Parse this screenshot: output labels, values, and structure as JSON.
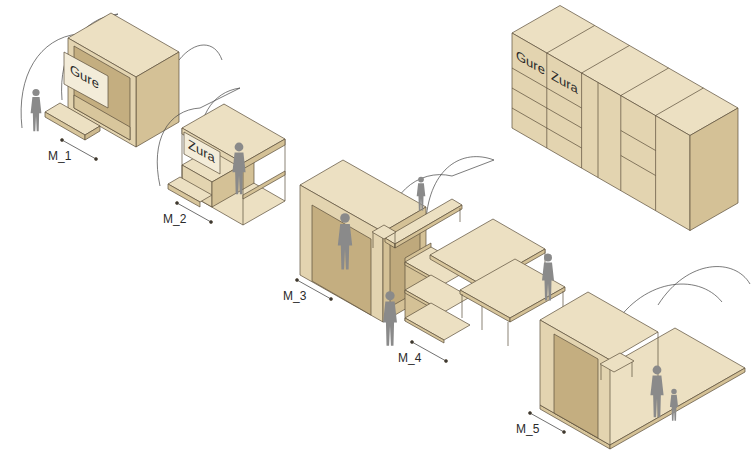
{
  "diagram": {
    "labels": [
      "Gure",
      "M_1",
      "Zura",
      "M_2",
      "M_3",
      "M_4",
      "M_5",
      "Gure",
      "Zura"
    ]
  }
}
